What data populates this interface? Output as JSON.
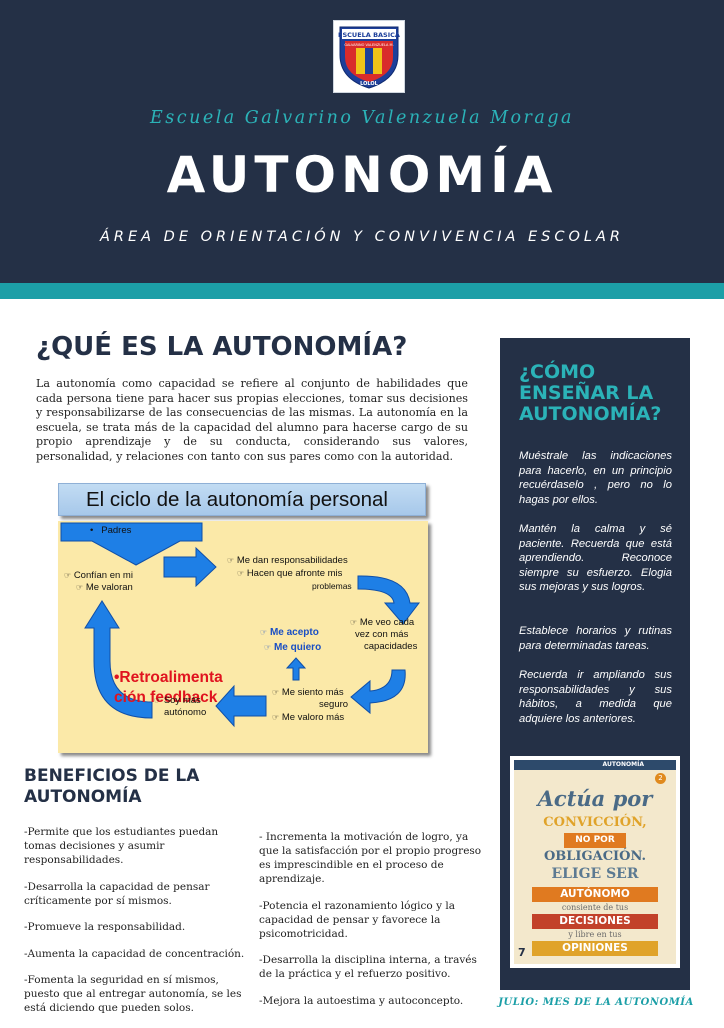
{
  "header": {
    "logo": {
      "icon": "school-crest-icon",
      "top_text": "ESCUELA BASICA",
      "mid_text": "GALVARINO VALENZUELA M.",
      "bottom_text": "LOLOL"
    },
    "school_name": "Escuela Galvarino Valenzuela Moraga",
    "title": "AUTONOMÍA",
    "subtitle": "ÁREA DE ORIENTACIÓN Y CONVIVENCIA ESCOLAR"
  },
  "colors": {
    "navy": "#243046",
    "teal": "#1c9fa7",
    "teal_text": "#2bb3b8",
    "diagram_arrow": "#1e7fe6",
    "diagram_bg": "#fbe9a8"
  },
  "que_es": {
    "title": "¿QUÉ ES LA AUTONOMÍA?",
    "body": "La autonomía como capacidad se refiere al conjunto de habilidades que cada persona tiene para hacer sus propias elecciones, tomar sus decisiones y responsabilizarse de las consecuencias de las mismas. La autonomía en la escuela, se trata más de la capacidad del alumno para hacerse cargo de su propio aprendizaje y de su conducta, considerando sus valores, personalidad, y relaciones con tanto con sus pares como con la autoridad."
  },
  "cycle": {
    "title": "El ciclo de la autonomía personal",
    "bullet": "•",
    "mark": "☞",
    "padres": "Padres",
    "confian": "Confían en mi",
    "valoran": "Me valoran",
    "responsabilidades": "Me dan responsabilidades",
    "afronte_1": "Hacen que afronte mis",
    "afronte_2": "problemas",
    "veo_capa_1": "Me veo cada",
    "veo_capa_2": "vez con más",
    "veo_capa_3": "capacidades",
    "retro_1": "•Retroalimenta",
    "retro_2": "ción feedback",
    "acepto": "Me acepto",
    "quiero": "Me quiero",
    "seguro_1": "Me siento más",
    "seguro_2": "seguro",
    "valoro": "Me valoro más",
    "autonomo_1": "Soy más",
    "autonomo_2": "autónomo"
  },
  "beneficios": {
    "title": "BENEFICIOS DE LA AUTONOMÍA",
    "left": [
      "-Permite que los estudiantes puedan tomas decisiones y asumir responsabilidades.",
      "-Desarrolla la capacidad de pensar críticamente por sí mismos.",
      "-Promueve la responsabilidad.",
      "-Aumenta la capacidad de concentración.",
      "-Fomenta la seguridad en sí mismos, puesto que al entregar autonomía, se les está diciendo que pueden solos."
    ],
    "right": [
      "- Incrementa la motivación de logro, ya que la satisfacción por el propio progreso es imprescindible en el proceso de aprendizaje.",
      "-Potencia el razonamiento lógico y la capacidad de pensar y favorece la psicomotricidad.",
      "-Desarrolla la disciplina interna, a través de la práctica y el refuerzo positivo.",
      "-Mejora la autoestima y autoconcepto."
    ]
  },
  "como": {
    "title": "¿CÓMO ENSEÑAR LA AUTONOMÍA?",
    "paragraphs": [
      "Muéstrale las indicaciones para hacerlo, en un principio recuérdaselo , pero no lo hagas por ellos.",
      "Mantén la calma y sé paciente. Recuerda que está aprendiendo. Reconoce siempre su esfuerzo. Elogia sus mejoras y sus logros.",
      "Establece horarios y rutinas para determinadas tareas.",
      "Recuerda ir ampliando sus responsabilidades y sus hábitos, a medida que adquiere los anteriores."
    ]
  },
  "poster": {
    "tag": "AUTONOMÍA",
    "number": "2",
    "line1": "Actúa por",
    "line2": "CONVICCIÓN,",
    "line3": "NO POR",
    "line4": "OBLIGACIÓN.",
    "line5": "ELIGE SER",
    "line6": "AUTÓNOMO",
    "line7": "consiente de tus",
    "line8": "DECISIONES",
    "line9": "y libre en tus",
    "line10": "OPINIONES",
    "corner": "7"
  },
  "footer": {
    "text": "JULIO: MES DE LA AUTONOMÍA"
  }
}
